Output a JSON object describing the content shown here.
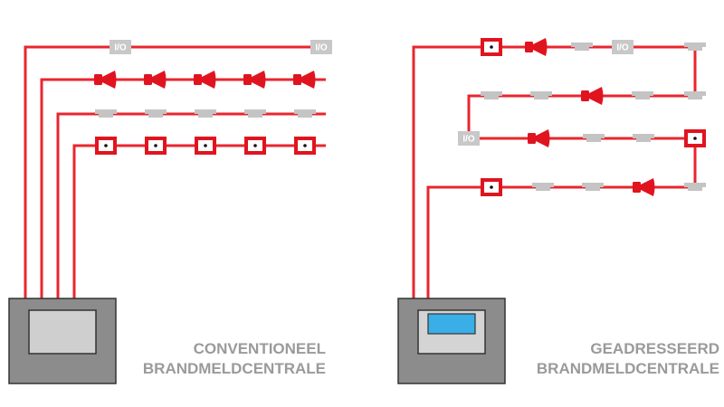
{
  "colors": {
    "wire": "#e8262e",
    "device_red": "#e0141f",
    "detector_grey": "#c4c4c4",
    "io_module": "#c8c8c8",
    "panel_body": "#8c8c8c",
    "conventional_display": "#cfcfcf",
    "addressable_display": "#3aaee6",
    "title_text": "#9a9a9a"
  },
  "io_label": "I/O",
  "conventional": {
    "title_line1": "CONVENTIONEEL",
    "title_line2": "BRANDMELDCENTRALE",
    "loops": [
      {
        "devices": [
          "io-module",
          "io-module"
        ]
      },
      {
        "devices": [
          "sounder",
          "sounder",
          "sounder",
          "sounder",
          "sounder"
        ]
      },
      {
        "devices": [
          "smoke-detector",
          "smoke-detector",
          "smoke-detector",
          "smoke-detector",
          "smoke-detector"
        ]
      },
      {
        "devices": [
          "call-point",
          "call-point",
          "call-point",
          "call-point",
          "call-point"
        ]
      }
    ]
  },
  "addressable": {
    "title_line1": "GEADRESSEERD",
    "title_line2": "BRANDMELDCENTRALE",
    "loop_devices": [
      "call-point",
      "sounder",
      "smoke-detector",
      "io-module",
      "smoke-detector",
      "smoke-detector",
      "smoke-detector",
      "sounder",
      "smoke-detector",
      "smoke-detector",
      "io-module",
      "sounder",
      "smoke-detector",
      "smoke-detector",
      "call-point",
      "call-point",
      "smoke-detector",
      "smoke-detector",
      "sounder",
      "smoke-detector"
    ]
  }
}
